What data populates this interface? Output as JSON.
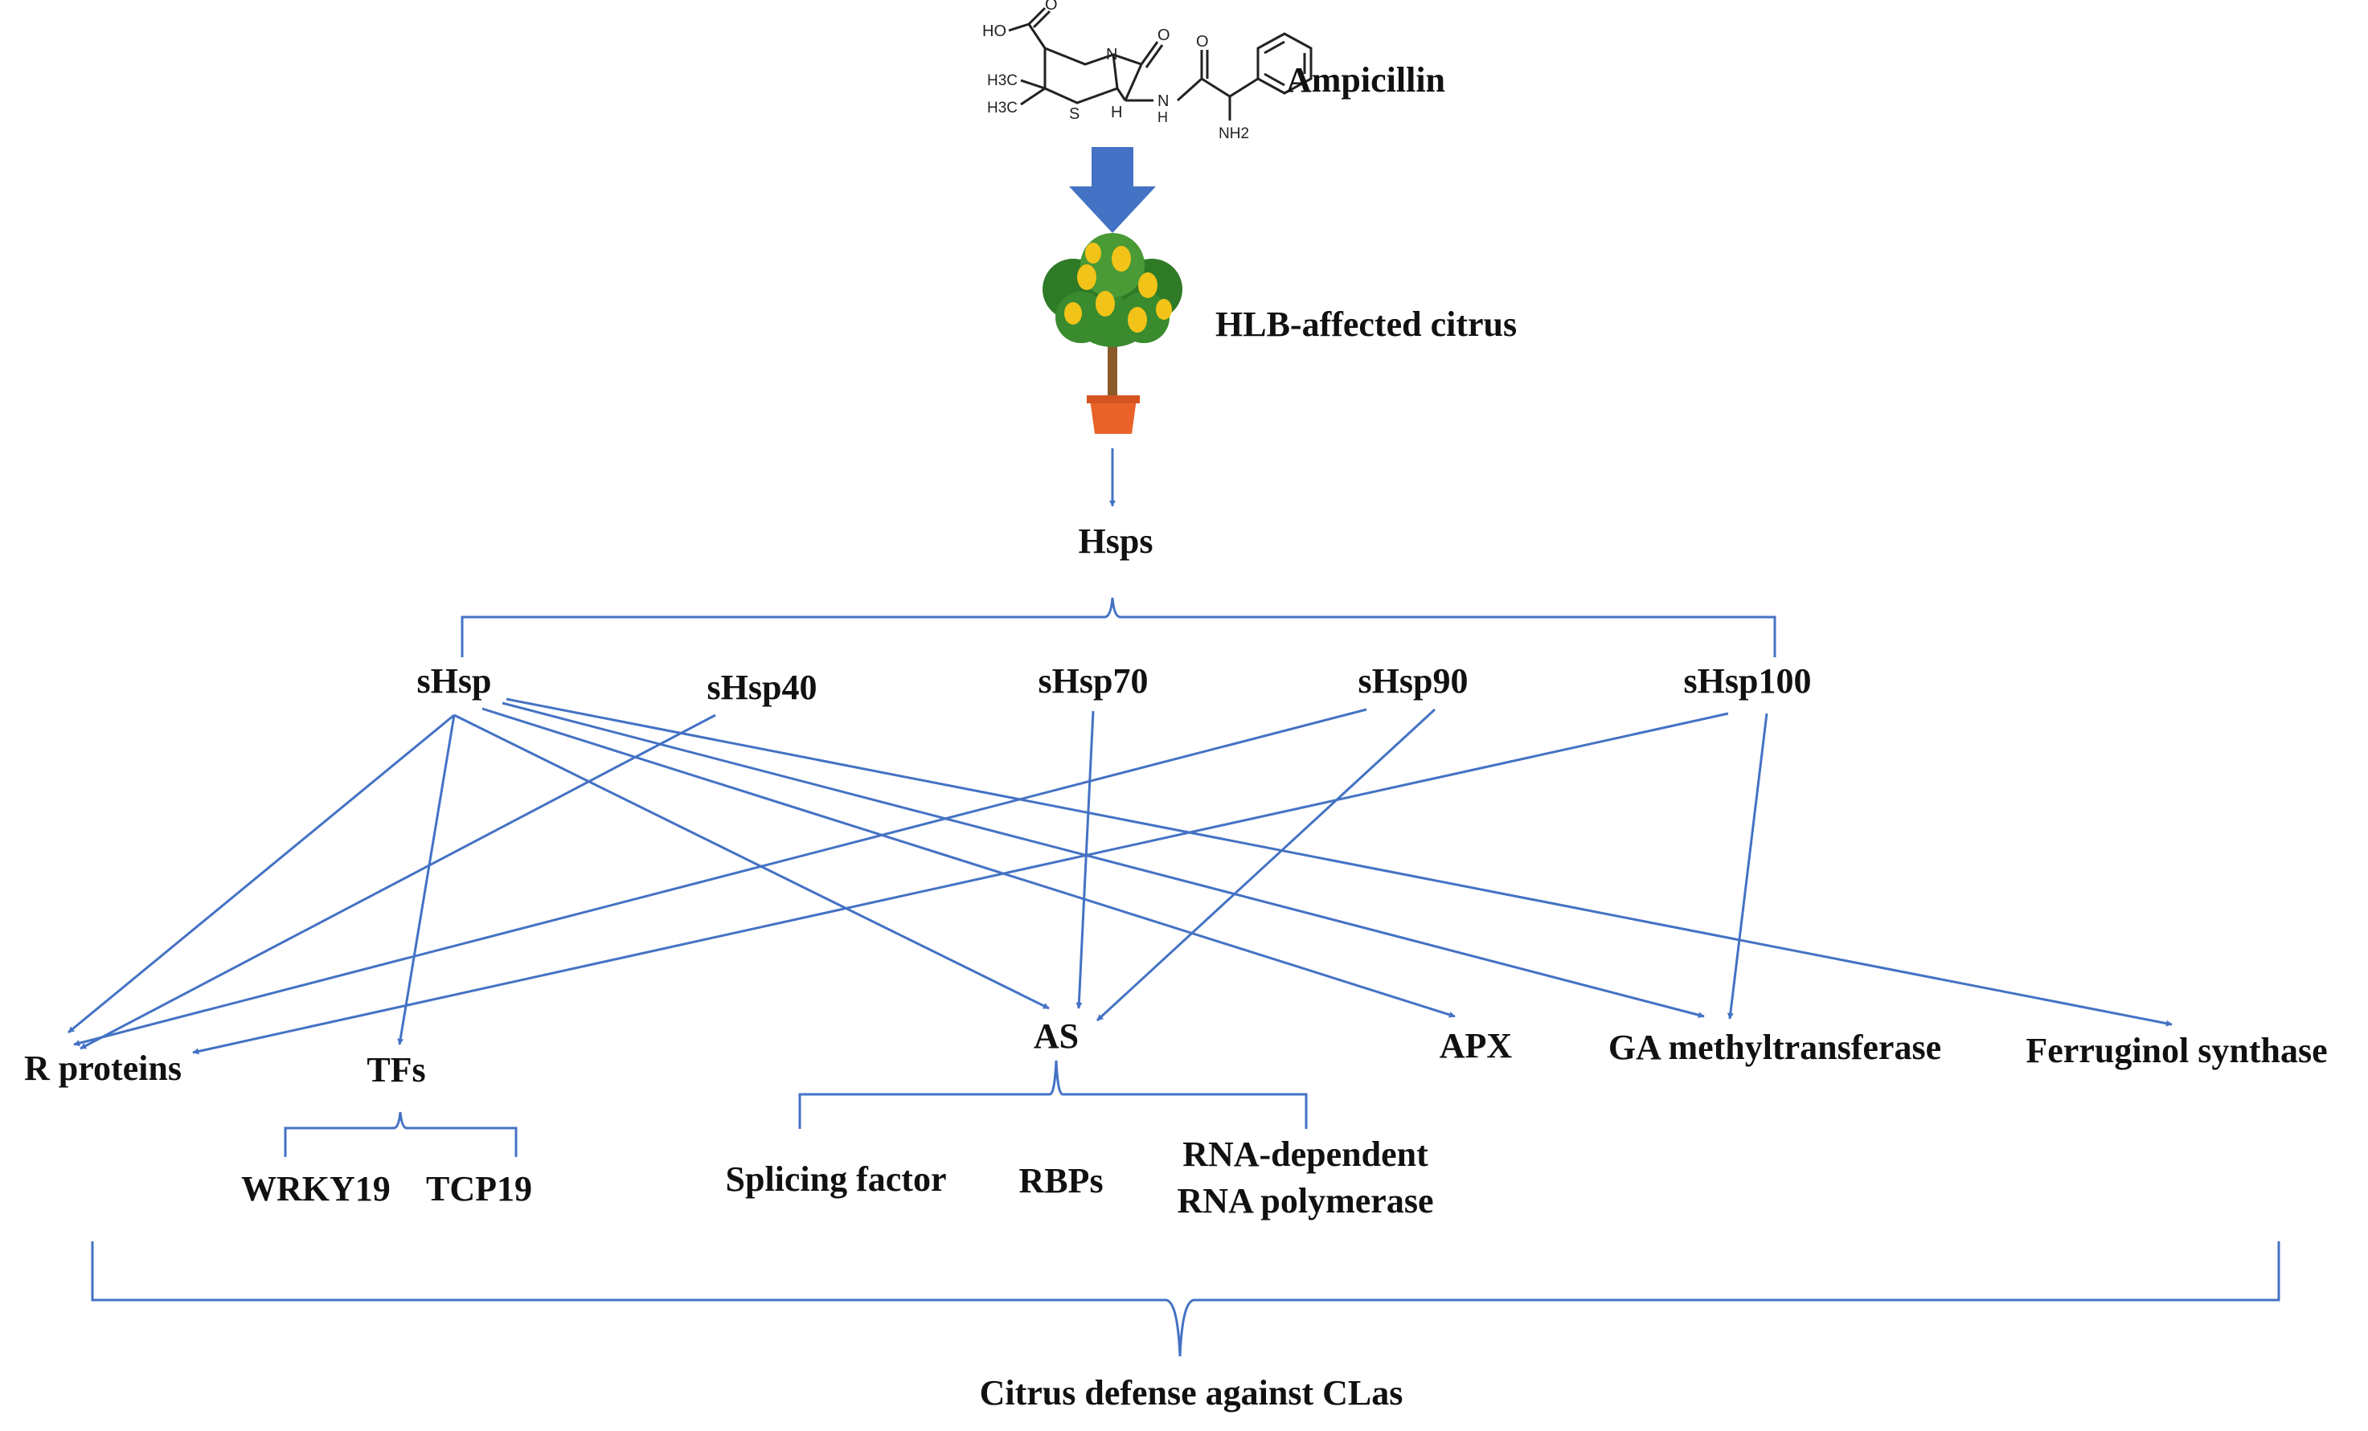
{
  "labels": {
    "ampicillin": "Ampicillin",
    "hlb_citrus": "HLB-affected citrus",
    "hsps": "Hsps",
    "shsp": "sHsp",
    "shsp40": "sHsp40",
    "shsp70": "sHsp70",
    "shsp90": "sHsp90",
    "shsp100": "sHsp100",
    "r_proteins": "R proteins",
    "tfs": "TFs",
    "as": "AS",
    "apx": "APX",
    "ga_methyltransferase": "GA methyltransferase",
    "ferruginol_synthase": "Ferruginol synthase",
    "wrky19": "WRKY19",
    "tcp19": "TCP19",
    "splicing_factor": "Splicing factor",
    "rbps": "RBPs",
    "rna_polymerase": "RNA-dependent\nRNA polymerase",
    "citrus_defense": "Citrus defense against CLas"
  },
  "molecule_labels": {
    "ho": "HO",
    "o1": "O",
    "o2": "O",
    "o3": "O",
    "n": "N",
    "h": "H",
    "nh": "N",
    "nh_h": "H",
    "s": "S",
    "h3c1": "H3C",
    "h3c2": "H3C",
    "nh2": "NH2"
  },
  "colors": {
    "arrow_line": "#4472c4",
    "big_arrow": "#4472c4",
    "text": "#111111",
    "pot": "#e8622a",
    "trunk": "#8b5a2b",
    "foliage": "#3a8a2e",
    "fruit": "#f2c318"
  },
  "icons": {
    "molecule": "ampicillin-structure-icon",
    "tree": "potted-citrus-tree-icon"
  }
}
